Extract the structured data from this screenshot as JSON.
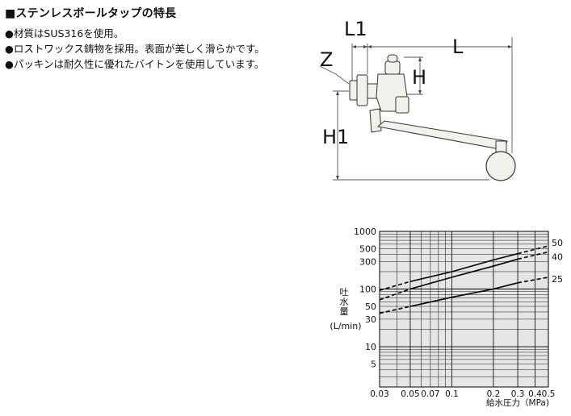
{
  "heading": "■ステンレスボールタップの特長",
  "features": [
    "●材質はSUS316を使用。",
    "●ロストワックス鋳物を採用。表面が美しく滑らかです。",
    "●パッキンは耐久性に優れたバイトンを使用しています。"
  ],
  "drawing": {
    "dim_z": "Z",
    "dim_l1": "L1",
    "dim_l": "L",
    "dim_h": "H",
    "dim_h1": "H1"
  },
  "chart": {
    "ylabel_chars": [
      "吐",
      "水",
      "量"
    ],
    "yunit": "(L/min)",
    "xlabel": "給水圧力（MPa)",
    "colors": {
      "grid_bg": "#e6e6e6",
      "line": "#000000"
    }
  },
  "chart_data": {
    "type": "line",
    "title": "",
    "xlabel": "給水圧力（MPa)",
    "ylabel": "吐水量 (L/min)",
    "x_scale": "log",
    "y_scale": "log",
    "xlim": [
      0.03,
      0.5
    ],
    "ylim": [
      2,
      1000
    ],
    "x_ticks": [
      0.03,
      0.05,
      0.07,
      0.1,
      0.2,
      0.3,
      0.4,
      0.5
    ],
    "x_tick_labels": [
      "0.03",
      "0.05",
      "0.07",
      "0.1",
      "0.2",
      "0.3",
      "0.4",
      "0.5"
    ],
    "y_ticks": [
      5,
      10,
      30,
      50,
      100,
      300,
      500,
      1000
    ],
    "y_tick_labels": [
      "5",
      "10",
      "30",
      "50",
      "100",
      "300",
      "500",
      "1000"
    ],
    "grid": true,
    "legend": "end-of-line labels",
    "series": [
      {
        "name": "50",
        "x": [
          0.03,
          0.05,
          0.1,
          0.2,
          0.3,
          0.5
        ],
        "y": [
          95,
          135,
          200,
          320,
          410,
          560
        ],
        "solid_until": 0.3
      },
      {
        "name": "40",
        "x": [
          0.03,
          0.05,
          0.1,
          0.2,
          0.3,
          0.5
        ],
        "y": [
          65,
          100,
          160,
          250,
          330,
          440
        ],
        "solid_until": 0.3
      },
      {
        "name": "25",
        "x": [
          0.03,
          0.05,
          0.1,
          0.2,
          0.3,
          0.5
        ],
        "y": [
          38,
          50,
          72,
          100,
          128,
          160
        ],
        "solid_until": 0.3
      }
    ]
  }
}
